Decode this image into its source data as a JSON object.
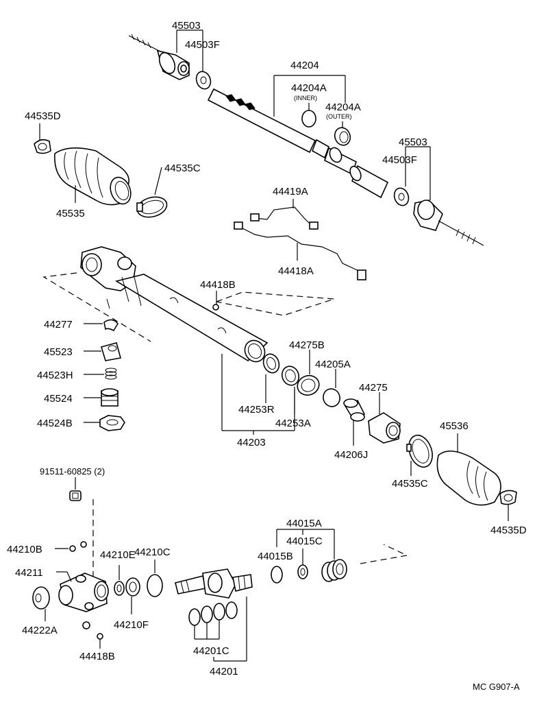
{
  "diagram": {
    "code": "MC G907-A",
    "labels": {
      "p45503_top": "45503",
      "p44503F_top": "44503F",
      "p44204": "44204",
      "p44204A_inner": "44204A",
      "inner": "(INNER)",
      "p44204A_outer": "44204A",
      "outer": "(OUTER)",
      "p44535D_top": "44535D",
      "p44535C_top": "44535C",
      "p45535": "45535",
      "p45503_right": "45503",
      "p44503F_right": "44503F",
      "p44419A": "44419A",
      "p44418A": "44418A",
      "p44418B_top": "44418B",
      "p44277": "44277",
      "p45523": "45523",
      "p44523H": "44523H",
      "p45524": "45524",
      "p44524B": "44524B",
      "p44275B": "44275B",
      "p44205A": "44205A",
      "p44275": "44275",
      "p44253R": "44253R",
      "p44253A": "44253A",
      "p44203": "44203",
      "p44206J": "44206J",
      "p45536": "45536",
      "p44535C_bottom": "44535C",
      "p44535D_bottom": "44535D",
      "p91511": "91511-60825 (2)",
      "p44015A": "44015A",
      "p44015C": "44015C",
      "p44015B": "44015B",
      "p44210B": "44210B",
      "p44210C": "44210C",
      "p44210E": "44210E",
      "p44211": "44211",
      "p44210F": "44210F",
      "p44222A": "44222A",
      "p44418B_bottom": "44418B",
      "p44201C": "44201C",
      "p44201": "44201"
    }
  }
}
